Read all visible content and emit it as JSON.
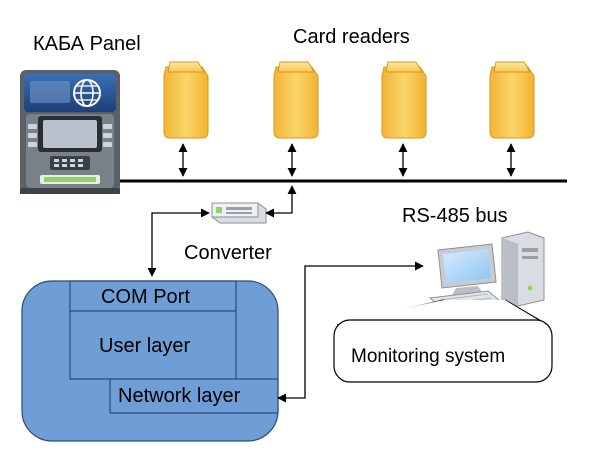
{
  "panel": {
    "title": "КАБА Panel"
  },
  "card_readers": {
    "title": "Card readers",
    "count": 4
  },
  "bus": {
    "label": "RS-485 bus"
  },
  "converter": {
    "label": "Converter"
  },
  "software": {
    "com_port": "COM Port",
    "user_layer": "User layer",
    "network_layer": "Network layer"
  },
  "monitoring": {
    "label": "Monitoring system"
  },
  "colors": {
    "software_fill": "#6f9ed6",
    "software_stroke": "#2b4a7a",
    "reader_fill": "#f7c64a",
    "bus_line": "#000000"
  }
}
